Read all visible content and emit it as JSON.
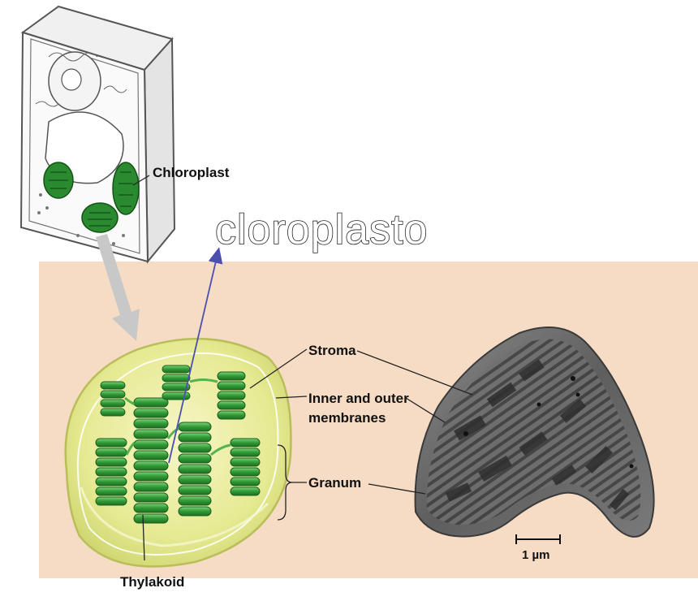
{
  "labels": {
    "chloroplast": "Chloroplast",
    "spanish_title": "cloroplasto",
    "stroma": "Stroma",
    "membranes_line1": "Inner and outer",
    "membranes_line2": "membranes",
    "granum": "Granum",
    "thylakoid": "Thylakoid",
    "scale_bar": "1 µm"
  },
  "colors": {
    "panel_background": "#f6dcc4",
    "chloroplast_green": "#2f9a35",
    "envelope_yellow": "#e8ec9a",
    "micrograph_gray": "#6f6f6f",
    "arrow_blue": "#4b4fb0"
  },
  "icons": [
    "plant-cell-illustration",
    "chloroplast-illustration",
    "electron-micrograph",
    "callout-arrow"
  ]
}
